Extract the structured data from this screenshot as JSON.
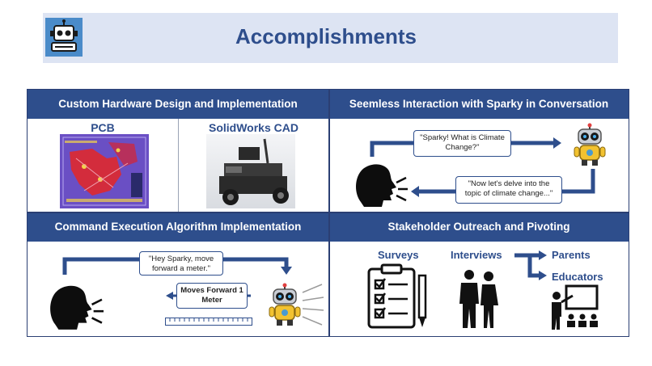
{
  "header": {
    "title": "Accomplishments",
    "logo_icon": "robot-logo-icon"
  },
  "panels": {
    "hardware": {
      "title": "Custom Hardware Design and Implementation",
      "pcb_label": "PCB",
      "cad_label": "SolidWorks CAD"
    },
    "interaction": {
      "title": "Seemless Interaction with Sparky in Conversation",
      "bubble_top": "\"Sparky! What is Climate Change?\"",
      "bubble_bottom": "\"Now let's delve into the topic of climate change...\""
    },
    "command": {
      "title": "Command Execution Algorithm Implementation",
      "bubble_top": "\"Hey Sparky, move forward a meter.\"",
      "bubble_move": "Moves Forward 1 Meter"
    },
    "stakeholder": {
      "title": "Stakeholder Outreach and Pivoting",
      "surveys": "Surveys",
      "interviews": "Interviews",
      "parents": "Parents",
      "educators": "Educators"
    }
  },
  "colors": {
    "accent": "#2e4e8c",
    "banner": "#dde4f3",
    "border": "#2b3f73",
    "robot_yellow": "#f2c230"
  }
}
